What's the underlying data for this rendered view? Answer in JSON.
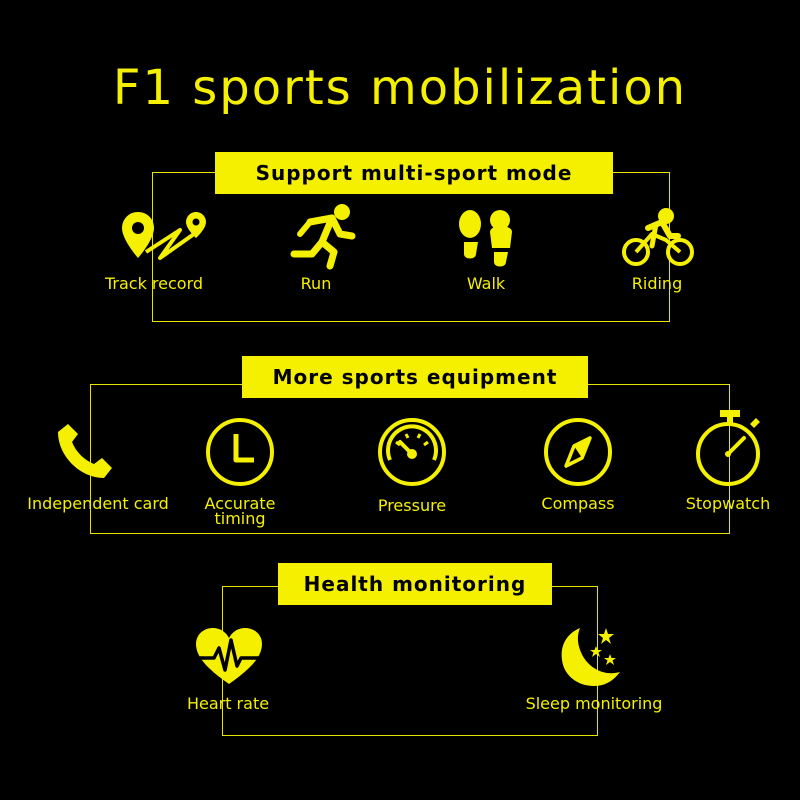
{
  "title": "F1 sports mobilization",
  "colors": {
    "accent": "#f4f000",
    "background": "#000000"
  },
  "sections": {
    "multi_sport": {
      "heading": "Support multi-sport mode",
      "items": [
        {
          "label": "Track record",
          "icon": "track-record-icon"
        },
        {
          "label": "Run",
          "icon": "run-icon"
        },
        {
          "label": "Walk",
          "icon": "footprints-icon"
        },
        {
          "label": "Riding",
          "icon": "cyclist-icon"
        }
      ]
    },
    "equipment": {
      "heading": "More sports equipment",
      "items": [
        {
          "label": "Independent card",
          "icon": "phone-icon"
        },
        {
          "label": "Accurate\ntiming",
          "icon": "clock-icon"
        },
        {
          "label": "Pressure",
          "icon": "gauge-icon"
        },
        {
          "label": "Compass",
          "icon": "compass-icon"
        },
        {
          "label": "Stopwatch",
          "icon": "stopwatch-icon"
        }
      ]
    },
    "health": {
      "heading": "Health monitoring",
      "items": [
        {
          "label": "Heart rate",
          "icon": "heart-rate-icon"
        },
        {
          "label": "Sleep monitoring",
          "icon": "moon-stars-icon"
        }
      ]
    }
  }
}
